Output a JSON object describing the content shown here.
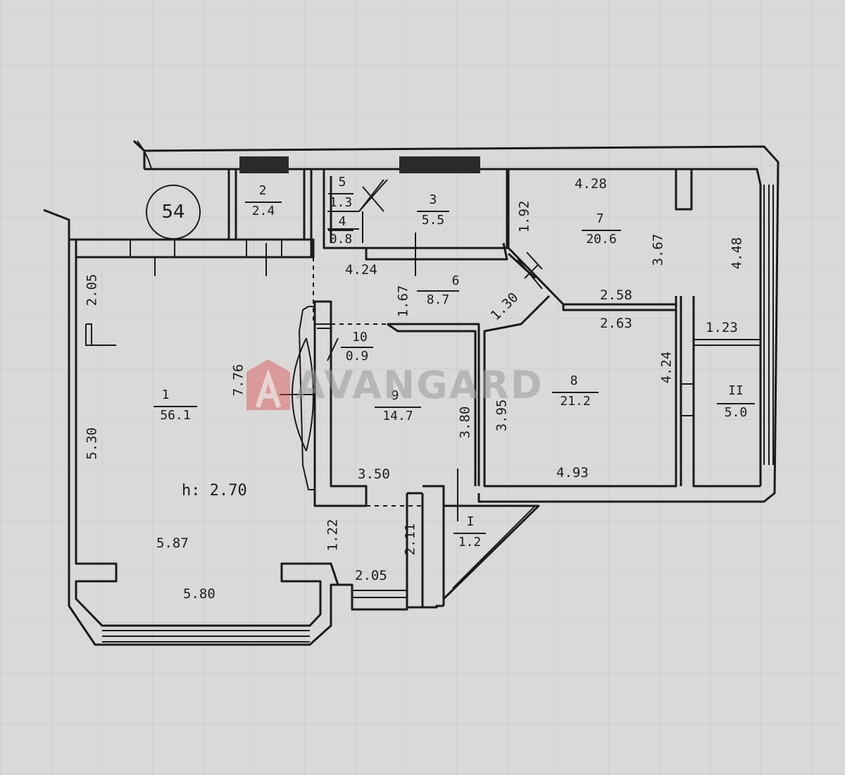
{
  "plan": {
    "unit_number": "54",
    "ceiling_height": "h: 2.70",
    "rooms": [
      {
        "id": "1",
        "number": "1",
        "area": "56.1"
      },
      {
        "id": "2",
        "number": "2",
        "area": "2.4"
      },
      {
        "id": "3",
        "number": "3",
        "area": "5.5"
      },
      {
        "id": "4",
        "number": "4",
        "area": "0.8"
      },
      {
        "id": "5",
        "number": "5",
        "area": "1.3"
      },
      {
        "id": "6",
        "number": "6",
        "area": "8.7"
      },
      {
        "id": "7",
        "number": "7",
        "area": "20.6"
      },
      {
        "id": "8",
        "number": "8",
        "area": "21.2"
      },
      {
        "id": "9",
        "number": "9",
        "area": "14.7"
      },
      {
        "id": "10",
        "number": "10",
        "area": "0.9"
      },
      {
        "id": "I",
        "number": "I",
        "area": "1.2"
      },
      {
        "id": "II",
        "number": "II",
        "area": "5.0"
      }
    ],
    "dimensions": {
      "d_4_28": "4.28",
      "d_4_24": "4.24",
      "d_2_58": "2.58",
      "d_2_63": "2.63",
      "d_1_23": "1.23",
      "d_3_50": "3.50",
      "d_4_93": "4.93",
      "d_5_87": "5.87",
      "d_5_80": "5.80",
      "d_2_05_bottom": "2.05",
      "d_2_05_left": "2.05",
      "d_5_30": "5.30",
      "d_7_76": "7.76",
      "d_1_92": "1.92",
      "d_3_67": "3.67",
      "d_4_48": "4.48",
      "d_1_67": "1.67",
      "d_1_30": "1.30",
      "d_3_80": "3.80",
      "d_3_95": "3.95",
      "d_4_24_right": "4.24",
      "d_1_22": "1.22",
      "d_2_11": "2.11"
    }
  },
  "watermark": {
    "text": "AVANGARD",
    "logo_letter": "A",
    "logo_color": "#d94a4a"
  }
}
